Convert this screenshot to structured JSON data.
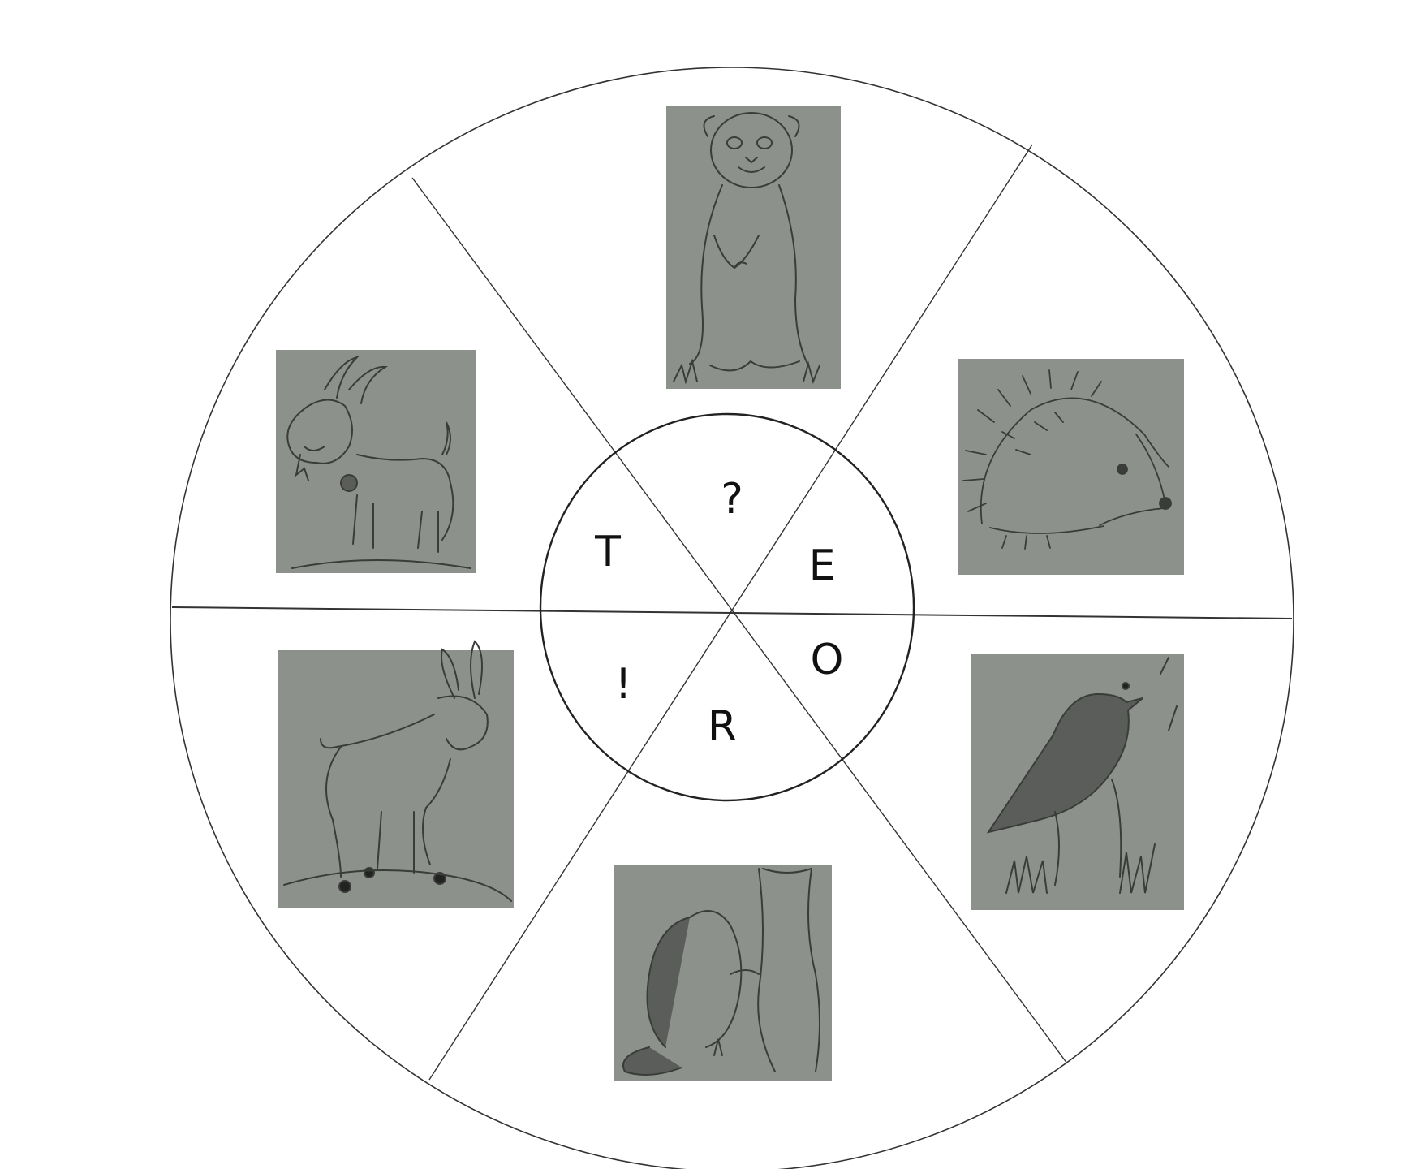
{
  "wheel": {
    "center_letters": [
      "?",
      "E",
      "O",
      "R",
      "!",
      "T"
    ],
    "pictures": [
      {
        "subject": "meerkat",
        "icon": "meerkat-icon"
      },
      {
        "subject": "hedgehog",
        "icon": "hedgehog-icon"
      },
      {
        "subject": "blackbird",
        "icon": "blackbird-icon"
      },
      {
        "subject": "beaver",
        "icon": "beaver-icon"
      },
      {
        "subject": "ibex",
        "icon": "ibex-icon"
      },
      {
        "subject": "goat",
        "icon": "goat-icon"
      }
    ],
    "colors": {
      "stroke": "#333333",
      "photo_bg": "#8d918b",
      "sketch": "#3a3c39"
    }
  }
}
